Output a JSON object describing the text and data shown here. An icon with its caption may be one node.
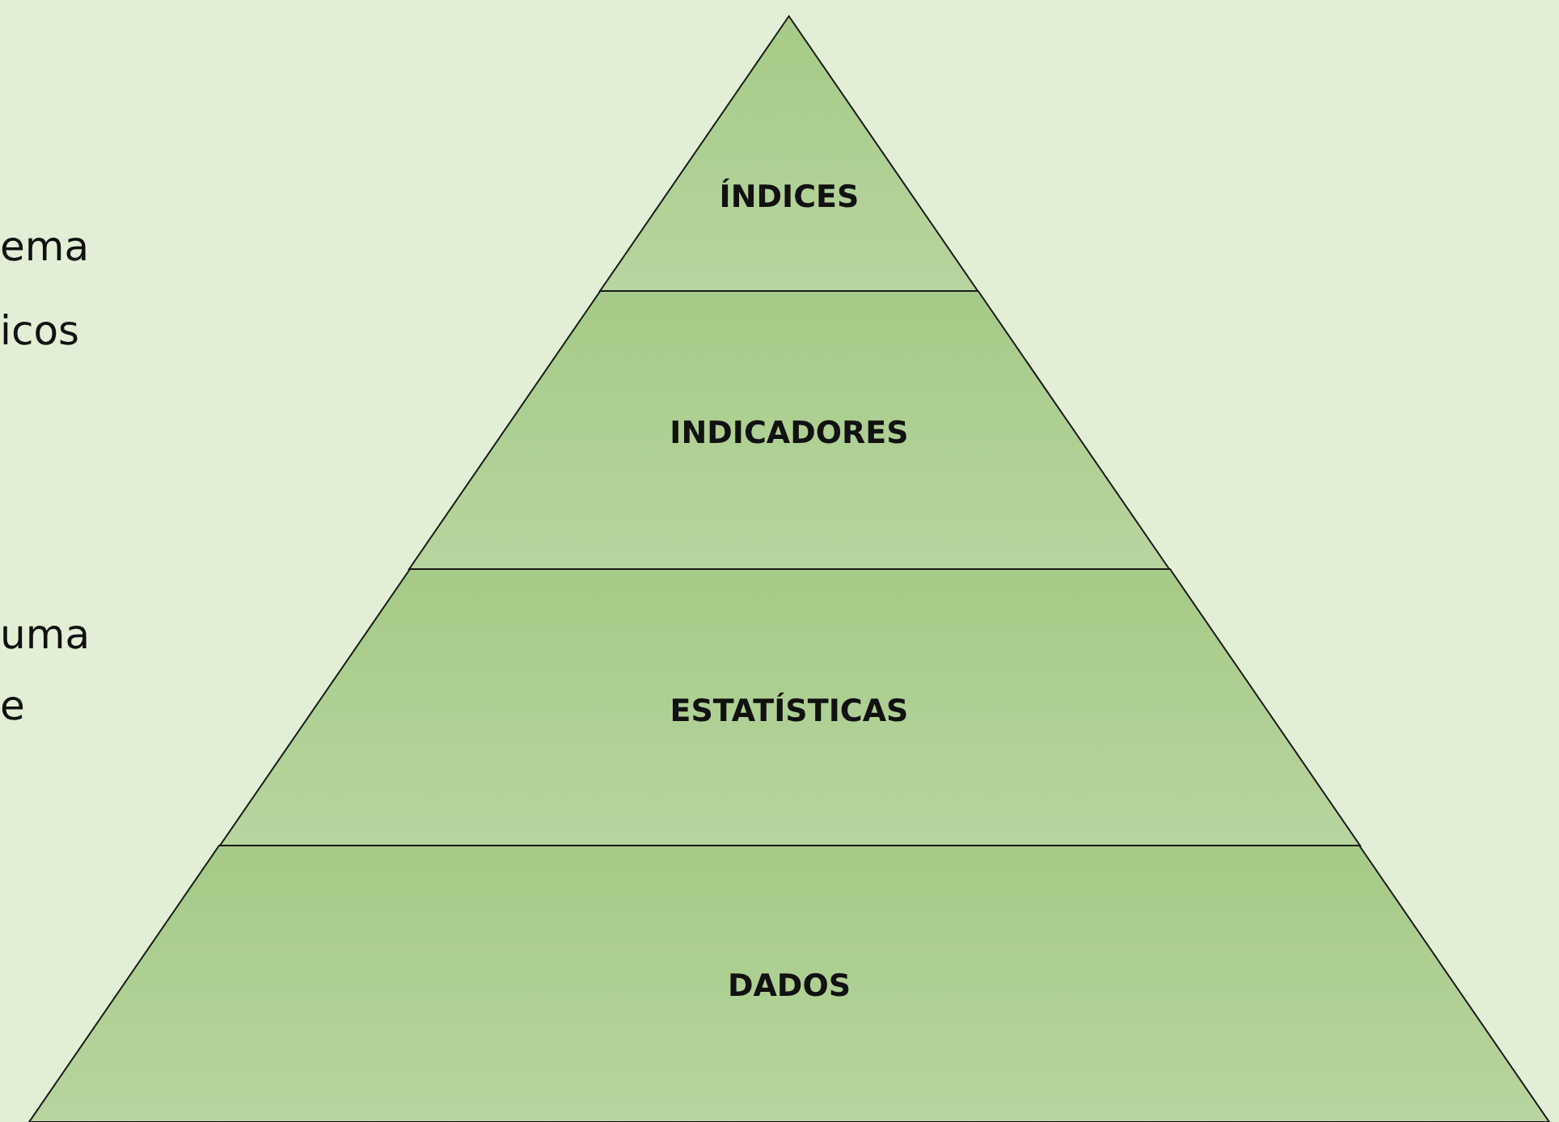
{
  "diagram": {
    "nodes": [
      {
        "text": [
          "ÍNDICES"
        ]
      },
      {
        "text": [
          "INDICADORES"
        ]
      },
      {
        "text": [
          "ESTATÍSTICAS"
        ]
      },
      {
        "text": [
          "DADOS"
        ]
      }
    ],
    "labels": [
      "ema",
      "icos",
      "uma",
      "e"
    ]
  }
}
